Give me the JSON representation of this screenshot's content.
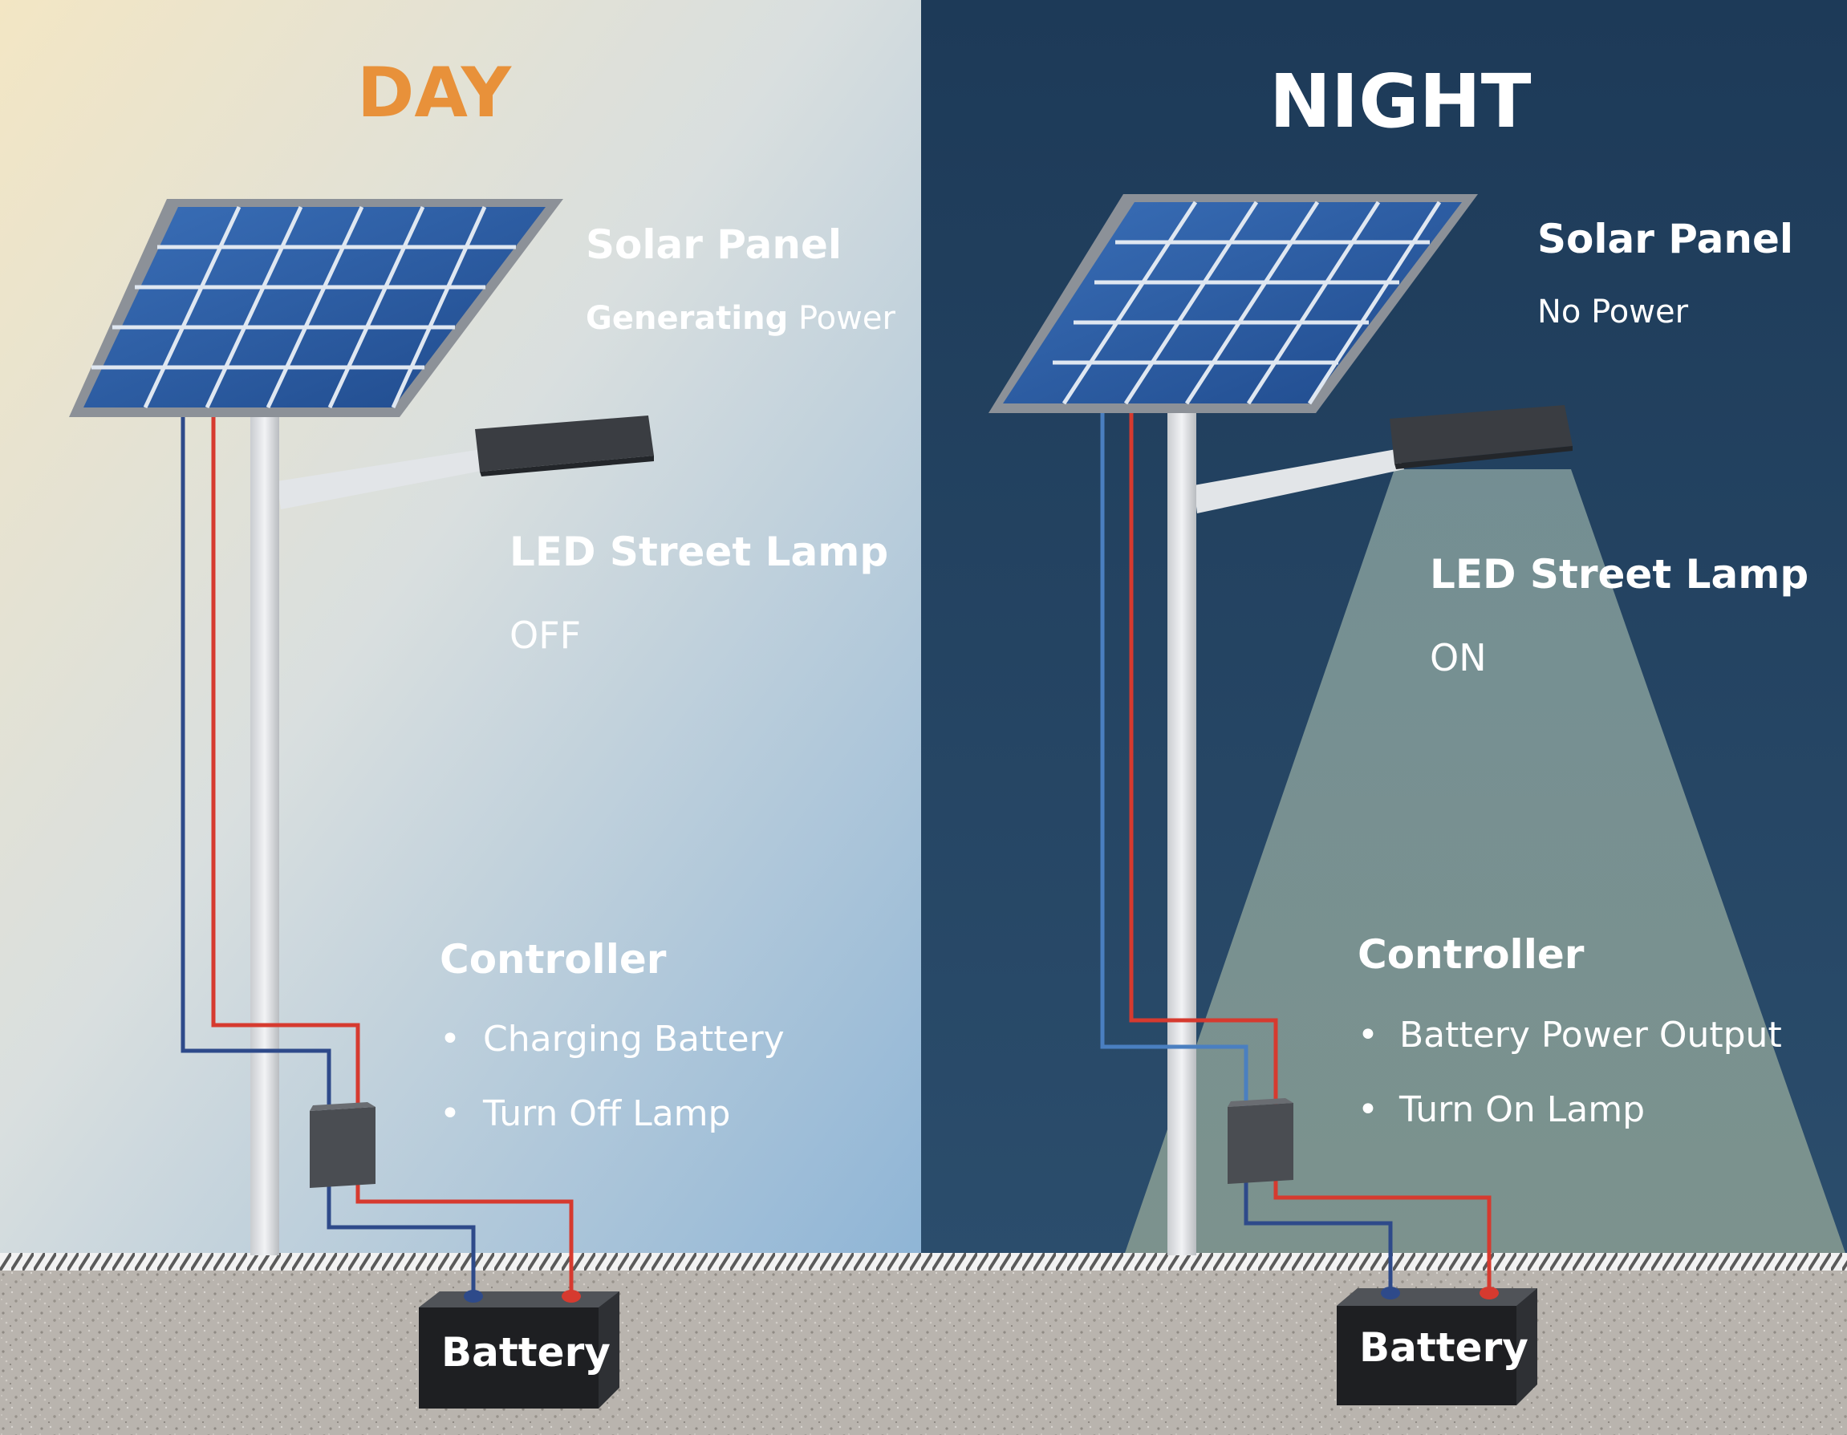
{
  "day": {
    "title": "DAY",
    "solar_panel": {
      "title": "Solar Panel",
      "status_bold": "Generating",
      "status_rest": " Power"
    },
    "lamp": {
      "title": "LED Street Lamp",
      "state": "OFF"
    },
    "controller": {
      "title": "Controller",
      "items": [
        "Charging Battery",
        "Turn Off Lamp"
      ]
    },
    "battery": {
      "label": "Battery"
    }
  },
  "night": {
    "title": "NIGHT",
    "solar_panel": {
      "title": "Solar Panel",
      "status": "No Power"
    },
    "lamp": {
      "title": "LED Street Lamp",
      "state": "ON"
    },
    "controller": {
      "title": "Controller",
      "items": [
        "Battery Power Output",
        "Turn On Lamp"
      ]
    },
    "battery": {
      "label": "Battery"
    }
  },
  "bullet_glyph": "•",
  "colors": {
    "day_title": "#e8913a",
    "night_background": "#1f3c5a",
    "positive_wire": "#d63a2f",
    "negative_wire": "#2e4a8a",
    "solar_cell": "#2d5fa8",
    "ground": "#b8b3ad"
  }
}
